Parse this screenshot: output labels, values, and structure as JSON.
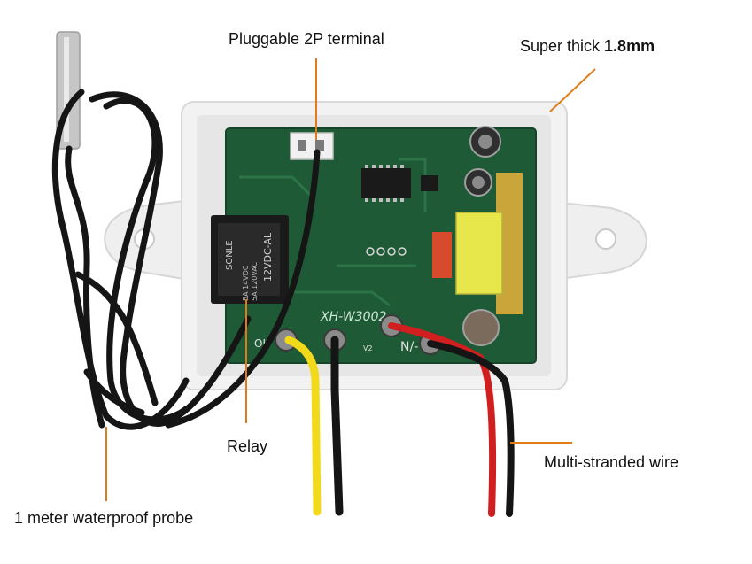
{
  "labels": {
    "terminal": "Pluggable 2P terminal",
    "thickness_prefix": "Super thick ",
    "thickness_value": "1.8mm",
    "relay": "Relay",
    "wire": "Multi-stranded wire",
    "probe": "1 meter waterproof probe"
  },
  "board": {
    "model": "XH-W3002",
    "relay_brand": "SONLE",
    "relay_text_1": "12VDC-AL",
    "relay_text_2": "5A 14VDC",
    "relay_text_3": "5A 120VAC",
    "terminal_left": "OL",
    "terminal_mid": "V2",
    "terminal_right": "N/-"
  },
  "colors": {
    "callout_line": "#e07b1a",
    "pcb": "#1f5a37",
    "case": "#f2f2f2",
    "wire_yellow": "#f2d91a",
    "wire_red": "#d11f1f",
    "wire_black": "#151515"
  }
}
